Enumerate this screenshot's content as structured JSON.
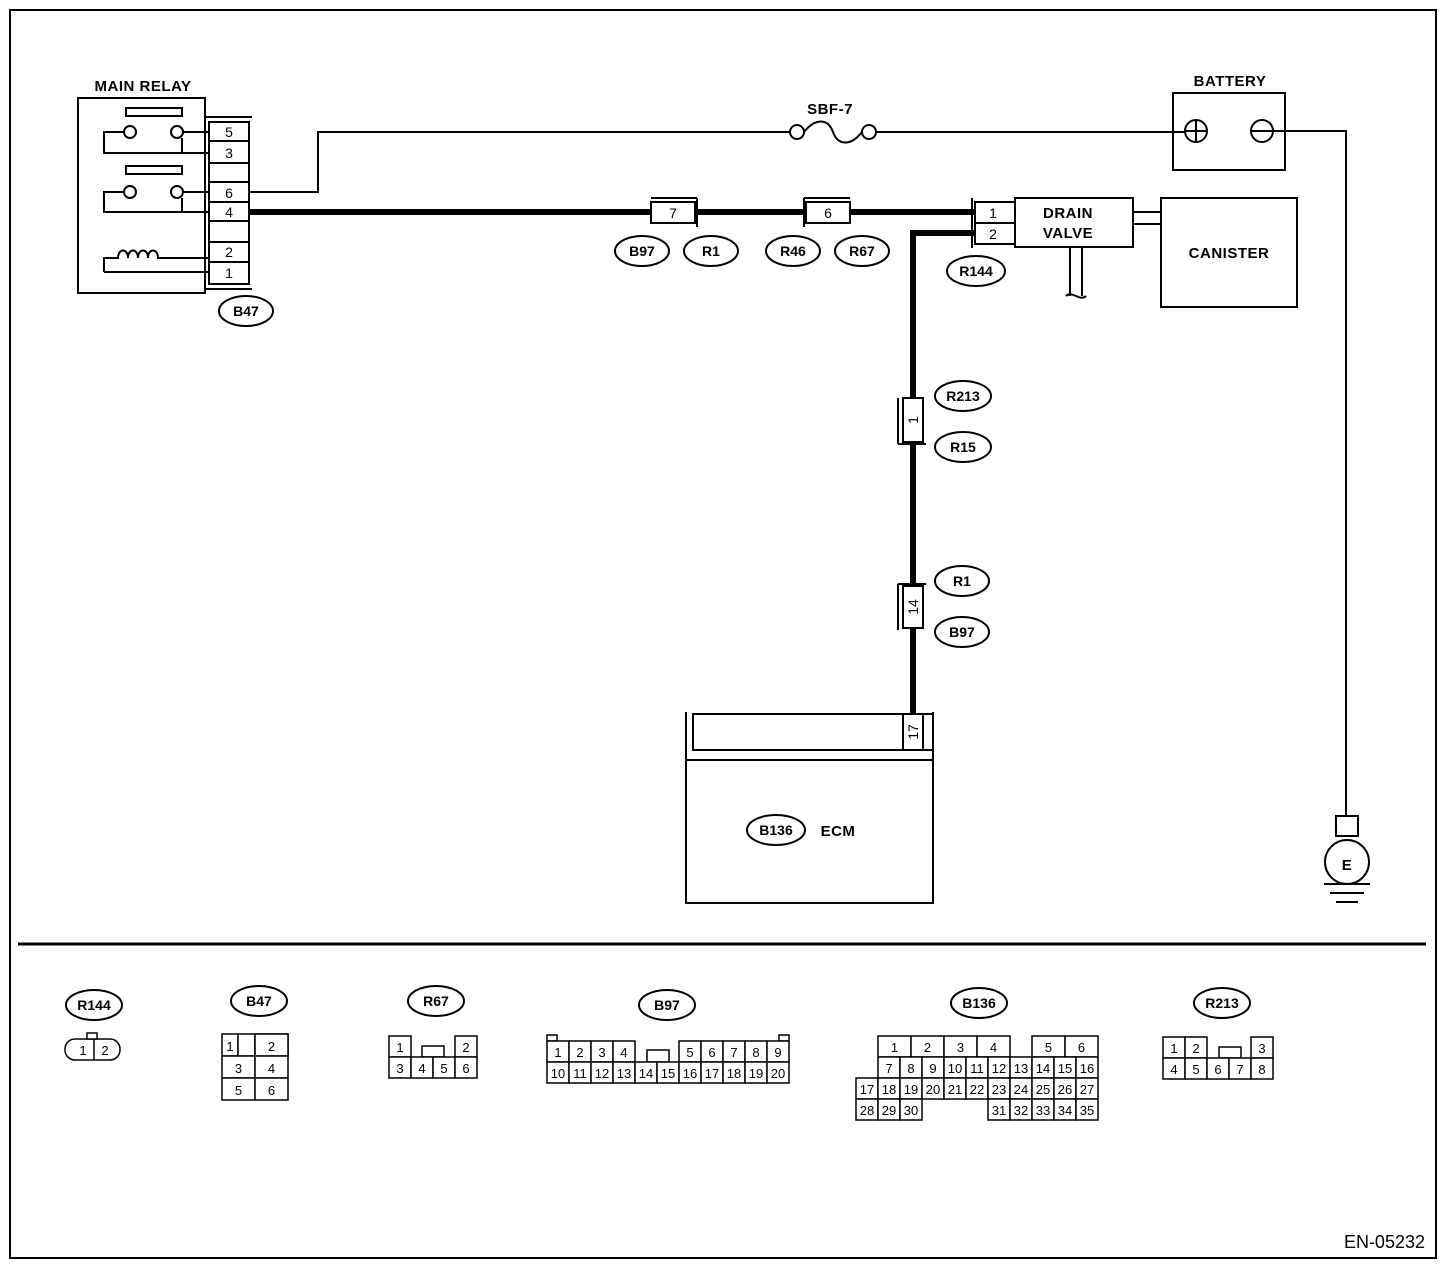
{
  "components": {
    "main_relay": "MAIN RELAY",
    "battery": "BATTERY",
    "fuse": "SBF-7",
    "drain_valve_line1": "DRAIN",
    "drain_valve_line2": "VALVE",
    "canister": "CANISTER",
    "ecm": "ECM",
    "ground": "E"
  },
  "relay_pins": [
    "5",
    "3",
    "6",
    "4",
    "2",
    "1"
  ],
  "connector_pins": {
    "b97_r1_inline": "7",
    "r46_r67_inline": "6",
    "drain_valve_1": "1",
    "drain_valve_2": "2",
    "r213_r15_inline": "1",
    "r1_b97_inline": "14",
    "ecm_pin": "17"
  },
  "connector_tags": {
    "b47": "B47",
    "b97_top": "B97",
    "r1_top": "R1",
    "r46": "R46",
    "r67_top": "R67",
    "r144_top": "R144",
    "r213_top": "R213",
    "r15": "R15",
    "r1_mid": "R1",
    "b97_mid": "B97",
    "b136_ecm": "B136"
  },
  "legend": {
    "r144": {
      "tag": "R144",
      "pins": [
        "1",
        "2"
      ]
    },
    "b47": {
      "tag": "B47",
      "pins": [
        "1",
        "2",
        "3",
        "4",
        "5",
        "6"
      ]
    },
    "r67": {
      "tag": "R67",
      "pins": [
        "1",
        "2",
        "3",
        "4",
        "5",
        "6"
      ]
    },
    "b97": {
      "tag": "B97",
      "row1": [
        "1",
        "2",
        "3",
        "4",
        "5",
        "6",
        "7",
        "8",
        "9"
      ],
      "row2": [
        "10",
        "11",
        "12",
        "13",
        "14",
        "15",
        "16",
        "17",
        "18",
        "19",
        "20"
      ]
    },
    "b136": {
      "tag": "B136",
      "row1": [
        "1",
        "2",
        "3",
        "4",
        "5",
        "6"
      ],
      "row2": [
        "7",
        "8",
        "9",
        "10",
        "11",
        "12",
        "13",
        "14",
        "15",
        "16"
      ],
      "row3": [
        "17",
        "18",
        "19",
        "20",
        "21",
        "22",
        "23",
        "24",
        "25",
        "26",
        "27"
      ],
      "row4": [
        "28",
        "29",
        "30",
        "31",
        "32",
        "33",
        "34",
        "35"
      ]
    },
    "r213": {
      "tag": "R213",
      "pins": [
        "1",
        "2",
        "3",
        "4",
        "5",
        "6",
        "7",
        "8"
      ]
    }
  },
  "doc_id": "EN-05232"
}
